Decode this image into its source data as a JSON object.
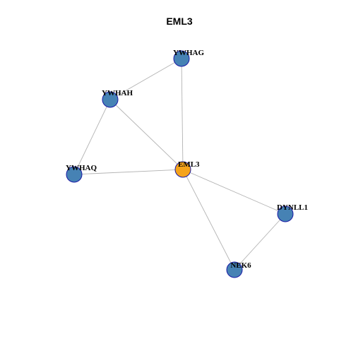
{
  "title": "EML3",
  "colors": {
    "center_node": "#f5a31a",
    "neighbor_node": "#4682b4",
    "node_border": "#1a1aa6",
    "edge": "#b3b3b3"
  },
  "nodes": [
    {
      "id": "EML3",
      "label": "EML3",
      "role": "center"
    },
    {
      "id": "YWHAG",
      "label": "YWHAG",
      "role": "neighbor"
    },
    {
      "id": "YWHAH",
      "label": "YWHAH",
      "role": "neighbor"
    },
    {
      "id": "YWHAQ",
      "label": "YWHAQ",
      "role": "neighbor"
    },
    {
      "id": "DYNLL1",
      "label": "DYNLL1",
      "role": "neighbor"
    },
    {
      "id": "NEK6",
      "label": "NEK6",
      "role": "neighbor"
    }
  ],
  "edges": [
    {
      "source": "YWHAG",
      "target": "YWHAH"
    },
    {
      "source": "YWHAG",
      "target": "EML3"
    },
    {
      "source": "YWHAH",
      "target": "YWHAQ"
    },
    {
      "source": "YWHAH",
      "target": "EML3"
    },
    {
      "source": "YWHAQ",
      "target": "EML3"
    },
    {
      "source": "EML3",
      "target": "DYNLL1"
    },
    {
      "source": "EML3",
      "target": "NEK6"
    },
    {
      "source": "DYNLL1",
      "target": "NEK6"
    }
  ]
}
